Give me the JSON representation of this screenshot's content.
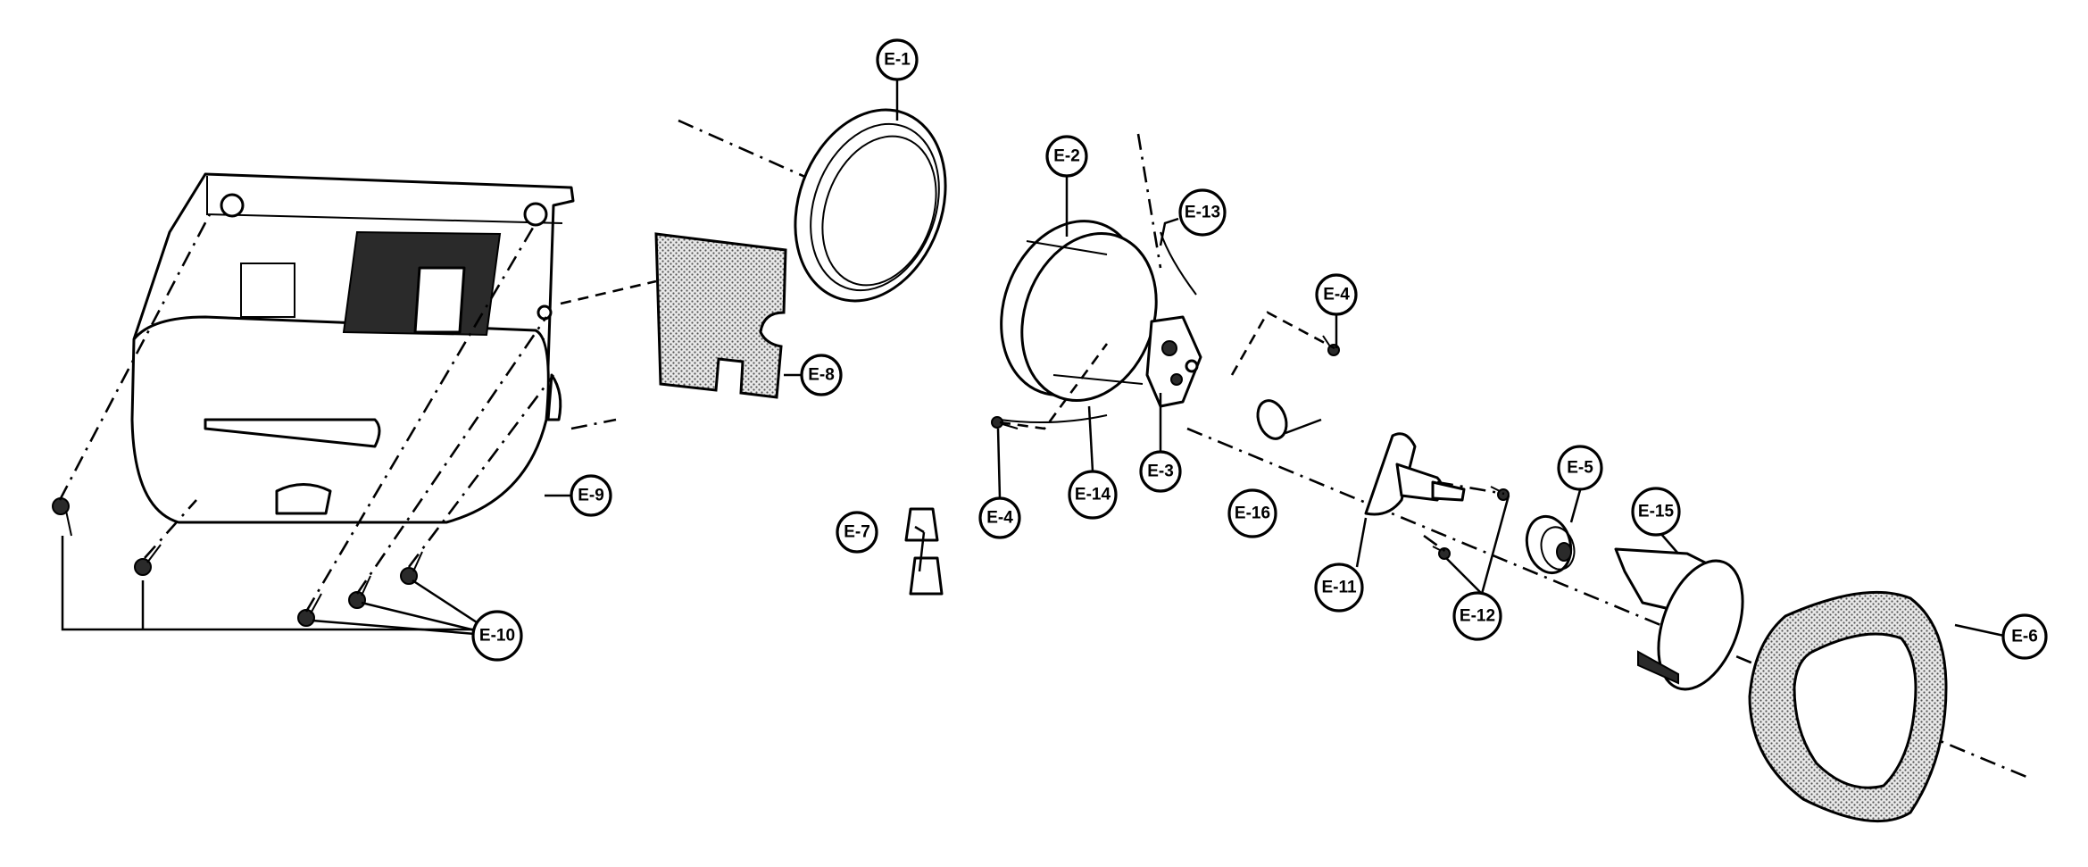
{
  "diagram": {
    "labels": {
      "e1": "E-1",
      "e2": "E-2",
      "e3": "E-3",
      "e4a": "E-4",
      "e4b": "E-4",
      "e5": "E-5",
      "e6": "E-6",
      "e7": "E-7",
      "e8": "E-8",
      "e9": "E-9",
      "e10": "E-10",
      "e11": "E-11",
      "e12": "E-12",
      "e13": "E-13",
      "e14": "E-14",
      "e15": "E-15",
      "e16": "E-16"
    }
  }
}
